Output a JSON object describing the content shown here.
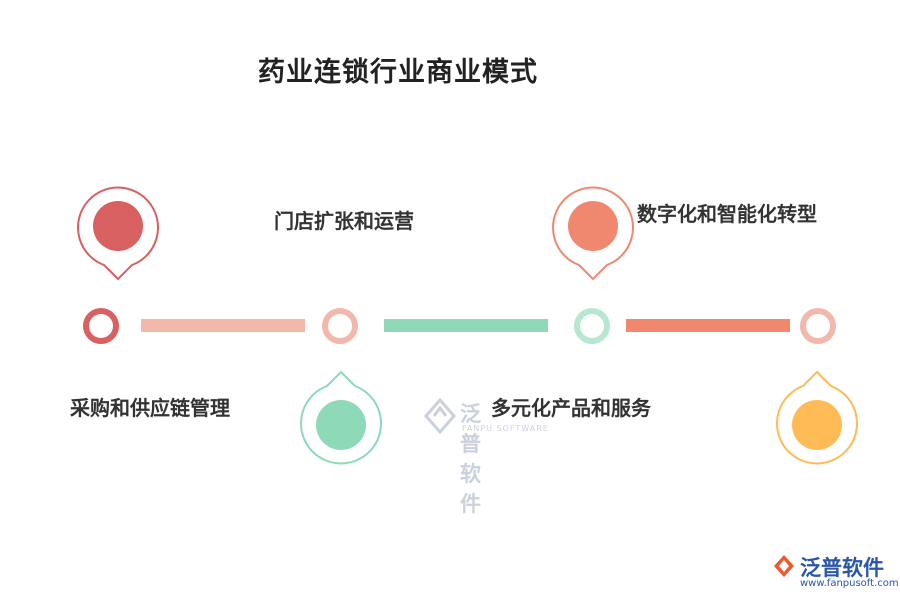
{
  "title": "药业连锁行业商业模式",
  "nodes": [
    {
      "label": "采购和供应链管理",
      "pin_color": "#d96060",
      "ring_color": "#d96060"
    },
    {
      "label": "门店扩张和运营",
      "pin_color": "#8ed9b8",
      "ring_color": "#f2b8ac"
    },
    {
      "label": "多元化产品和服务",
      "pin_color": "#f08870",
      "ring_color": "#b7e6d2"
    },
    {
      "label": "数字化和智能化转型",
      "pin_color": "#ffbb55",
      "ring_color": "#f2b8ac"
    }
  ],
  "bars": [
    {
      "color": "#f2b8ac"
    },
    {
      "color": "#8ed9b8"
    },
    {
      "color": "#f08870"
    }
  ],
  "watermark": {
    "text": "泛普软件",
    "sub": "FANPU SOFTWARE"
  },
  "logo": {
    "text": "泛普软件",
    "url": "www.fanpusoft.com",
    "color": "#2a56a8"
  }
}
